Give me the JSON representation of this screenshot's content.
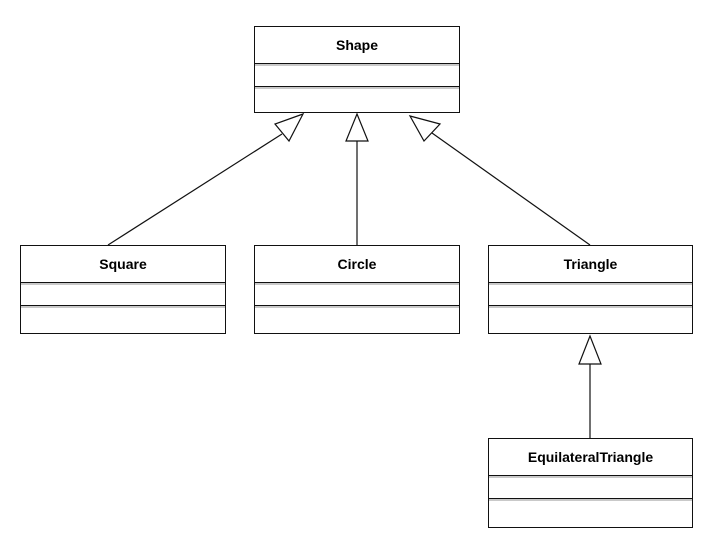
{
  "classes": {
    "shape": {
      "name": "Shape"
    },
    "square": {
      "name": "Square"
    },
    "circle": {
      "name": "Circle"
    },
    "triangle": {
      "name": "Triangle"
    },
    "equilateral_triangle": {
      "name": "EquilateralTriangle"
    }
  },
  "relationships": [
    {
      "type": "generalization",
      "child": "Square",
      "parent": "Shape"
    },
    {
      "type": "generalization",
      "child": "Circle",
      "parent": "Shape"
    },
    {
      "type": "generalization",
      "child": "Triangle",
      "parent": "Shape"
    },
    {
      "type": "generalization",
      "child": "EquilateralTriangle",
      "parent": "Triangle"
    }
  ]
}
